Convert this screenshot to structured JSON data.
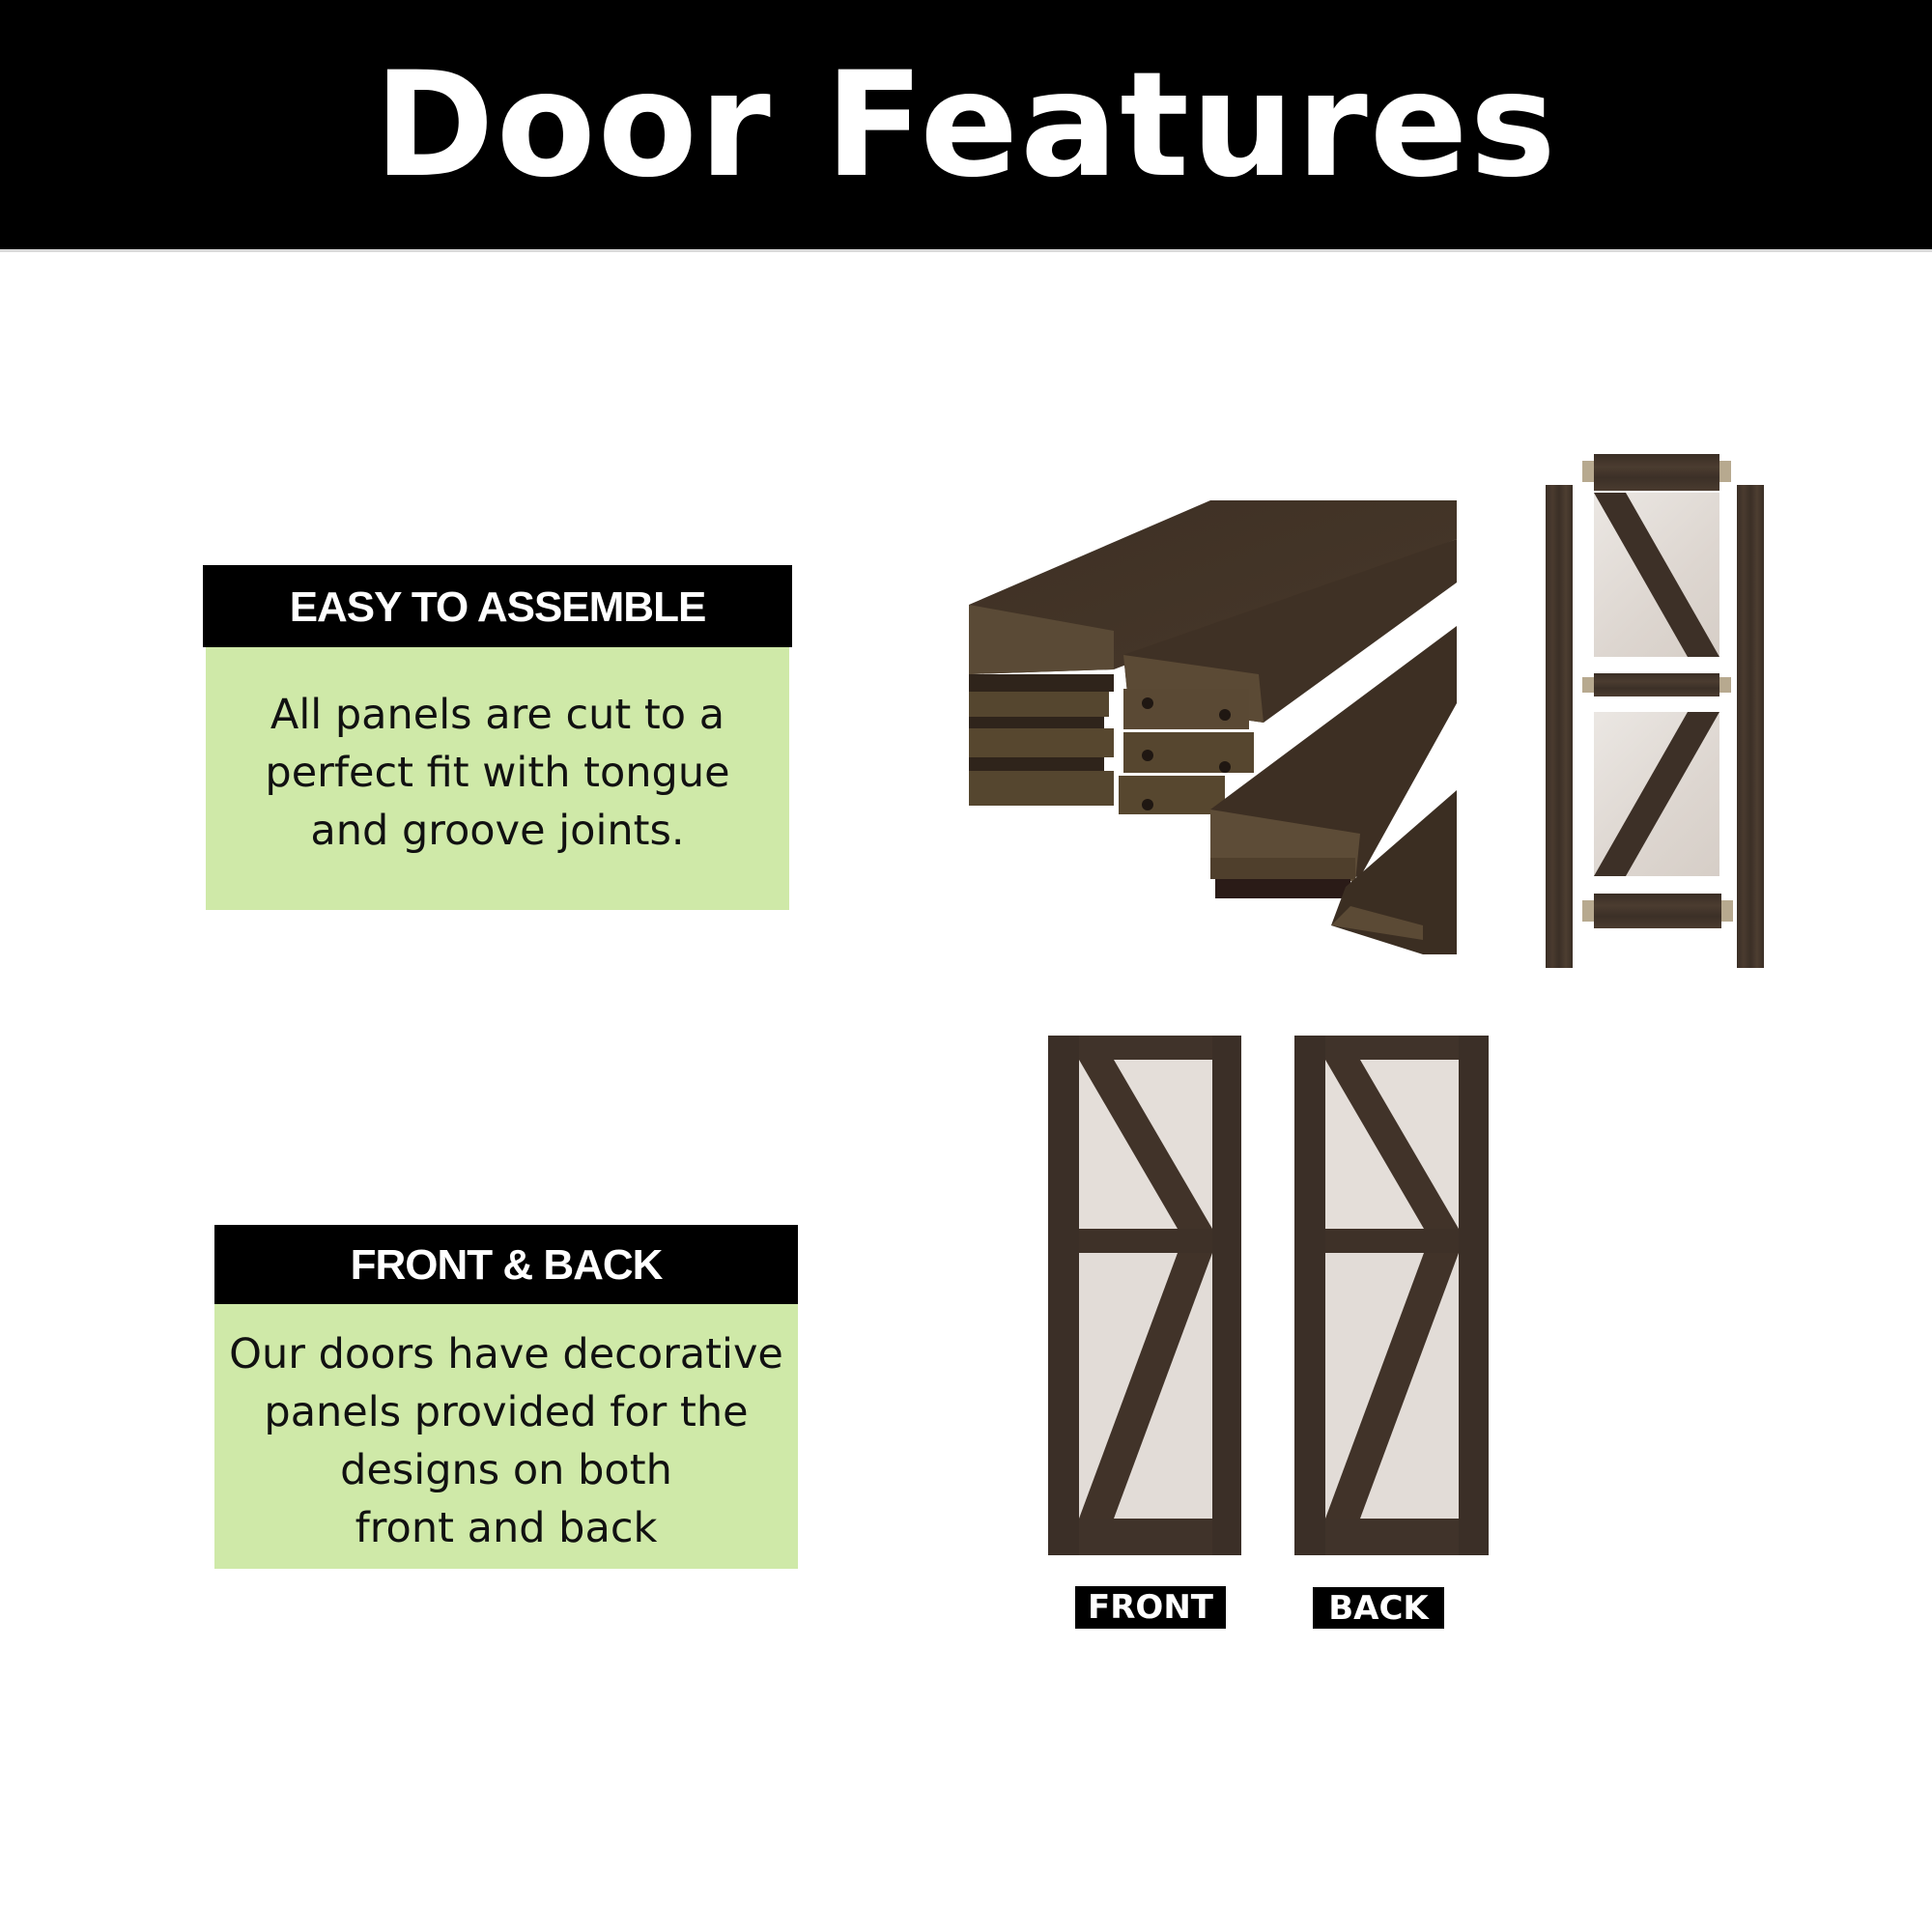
{
  "header": {
    "title": "Door Features"
  },
  "features": [
    {
      "heading": "EASY TO ASSEMBLE",
      "body_lines": [
        "All panels are cut to a",
        "perfect fit with tongue",
        "and groove joints."
      ]
    },
    {
      "heading": "FRONT & BACK",
      "body_lines": [
        "Our doors have decorative",
        "panels provided for the",
        "designs on both",
        "front and back"
      ]
    }
  ],
  "images": {
    "planks": "tongue-and-groove-planks",
    "exploded_door": "exploded-door-kit",
    "front_door": "door-front-view",
    "back_door": "door-back-view"
  },
  "door_labels": {
    "front": "FRONT",
    "back": "BACK"
  },
  "colors": {
    "header_bg": "#000000",
    "box_body_bg": "#cfe9a8",
    "wood_dark": "#3a2e25",
    "panel_light": "#e6e0db"
  }
}
